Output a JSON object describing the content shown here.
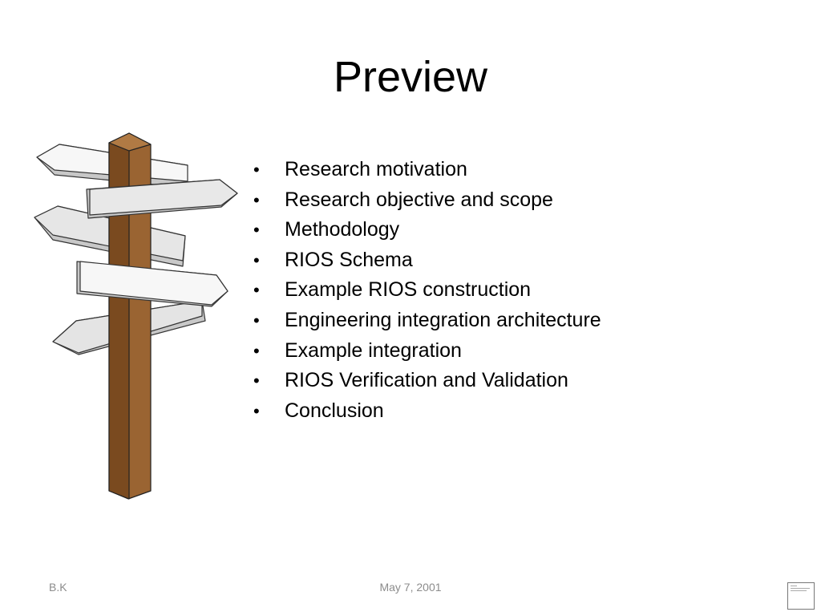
{
  "slide": {
    "title": "Preview",
    "bullets": [
      "Research motivation",
      "Research objective and scope",
      "Methodology",
      "RIOS Schema",
      "Example RIOS construction",
      "Engineering integration architecture",
      "Example integration",
      "RIOS Verification and Validation",
      "Conclusion"
    ],
    "bullet_glyph": "•",
    "footer": {
      "author": "B.K",
      "date": "May 7, 2001"
    },
    "illustration": "signpost-icon"
  },
  "colors": {
    "post_front": "#9a6432",
    "post_side": "#7a4a1f",
    "post_top": "#b07a44",
    "sign_light": "#f6f6f6",
    "sign_mid": "#e4e4e4",
    "sign_edge": "#c8c8c8",
    "footer_text": "#8c8c8c"
  }
}
